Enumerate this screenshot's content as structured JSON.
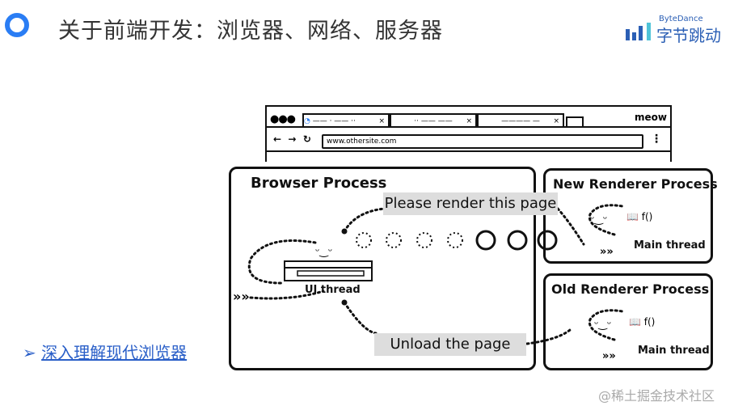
{
  "slide": {
    "title": "关于前端开发：浏览器、网络、服务器",
    "brand_en": "ByteDance",
    "brand_cn": "字节跳动",
    "bullet_marker": "➢",
    "bullet_link": "深入理解现代浏览器",
    "watermark": "@稀土掘金技术社区"
  },
  "browser": {
    "brand": "meow",
    "url": "www.othersite.com",
    "tabs": [
      {
        "title": "—— · —— ··"
      },
      {
        "title": "·· —— ——"
      },
      {
        "title": "———— —"
      }
    ]
  },
  "diagram": {
    "browser_process": "Browser Process",
    "new_renderer": "New Renderer Process",
    "old_renderer": "Old Renderer Process",
    "msg_render": "Please render this page",
    "msg_unload": "Unload the page",
    "ui_thread": "UI thread",
    "main_thread_new": "Main thread",
    "main_thread_old": "Main thread"
  },
  "colors": {
    "accent": "#2a7df4",
    "link": "#2a5fc8",
    "label_bg": "#dddddd"
  }
}
